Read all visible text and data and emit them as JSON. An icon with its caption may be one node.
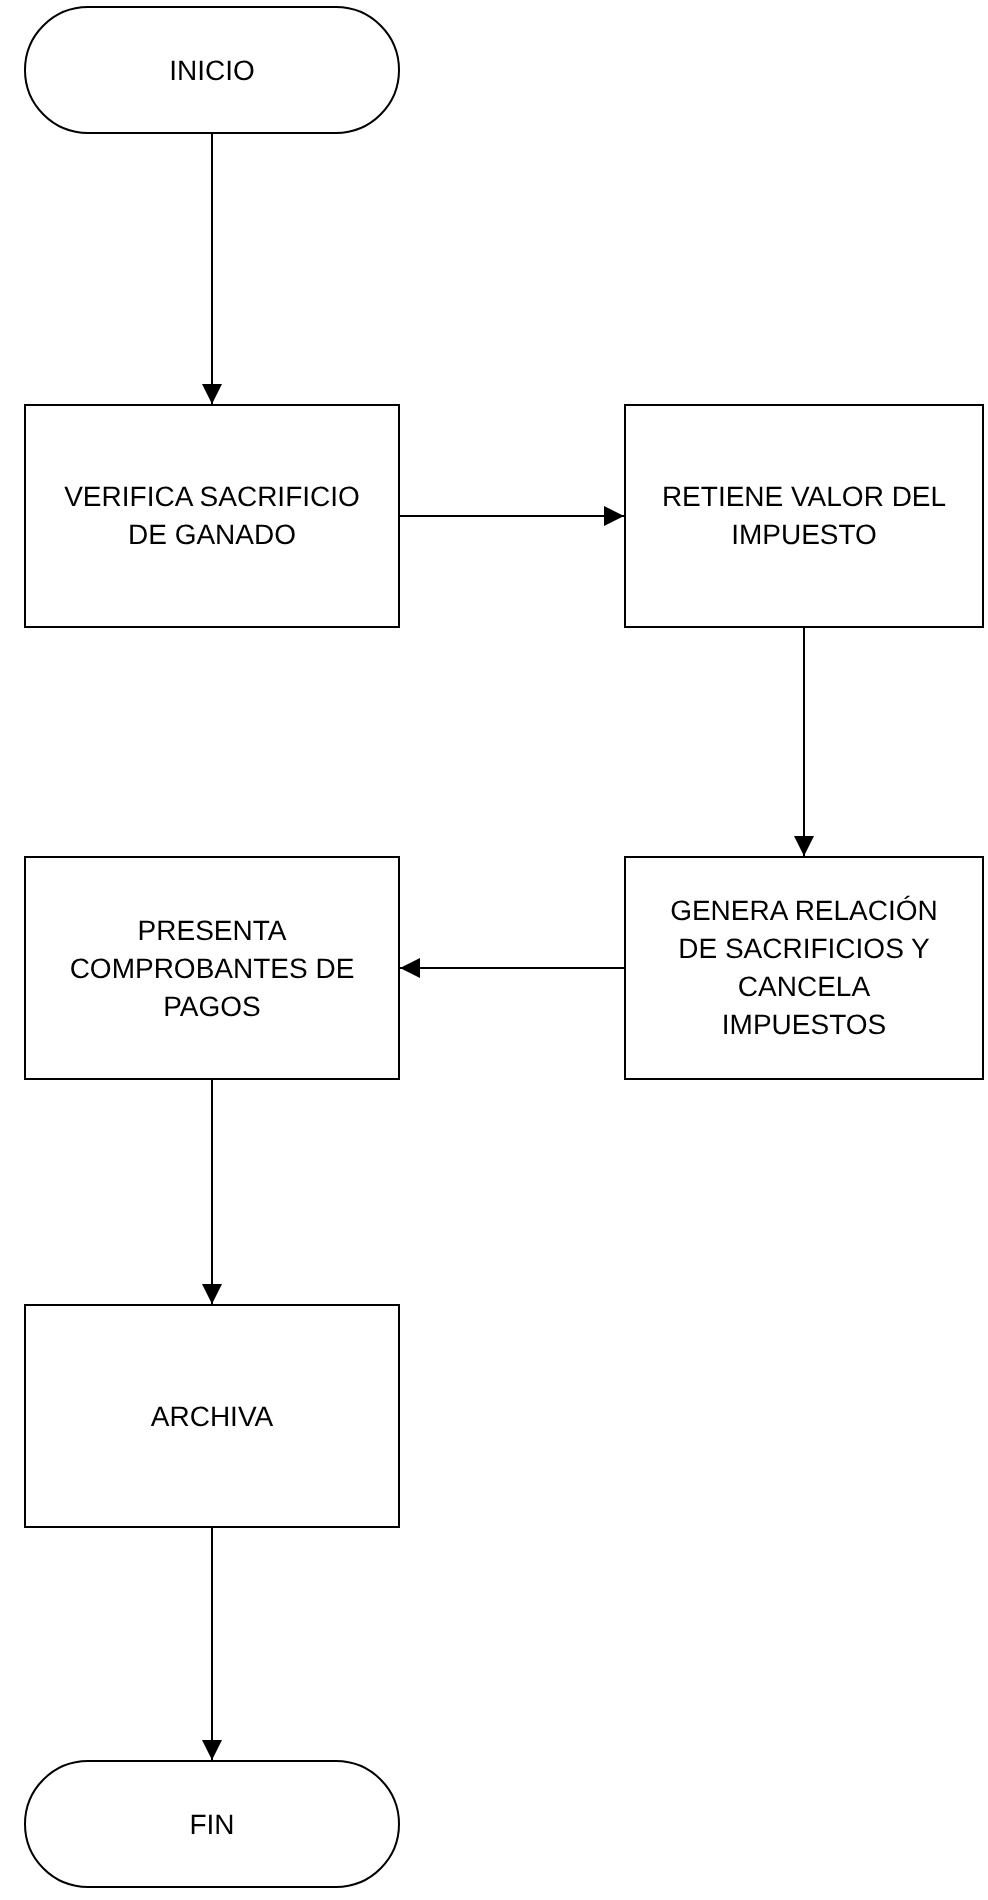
{
  "diagram": {
    "nodes": [
      {
        "text": [
          "INICIO"
        ]
      },
      {
        "text": [
          "VERIFICA SACRIFICIO DE GANADO"
        ]
      },
      {
        "text": [
          "RETIENE VALOR DEL IMPUESTO"
        ]
      },
      {
        "text": [
          "GENERA RELACIÓN DE SACRIFICIOS Y CANCELA IMPUESTOS"
        ]
      },
      {
        "text": [
          "PRESENTA COMPROBANTES DE PAGOS"
        ]
      },
      {
        "text": [
          "ARCHIVA"
        ]
      },
      {
        "text": [
          "FIN"
        ]
      }
    ],
    "edges": [
      {
        "from": 0,
        "to": 1,
        "arrow": "to"
      },
      {
        "from": 1,
        "to": 2,
        "arrow": "to"
      },
      {
        "from": 2,
        "to": 3,
        "arrow": "to"
      },
      {
        "from": 3,
        "to": 4,
        "arrow": "to"
      },
      {
        "from": 4,
        "to": 5,
        "arrow": "to"
      },
      {
        "from": 5,
        "to": 6,
        "arrow": "to"
      }
    ]
  }
}
